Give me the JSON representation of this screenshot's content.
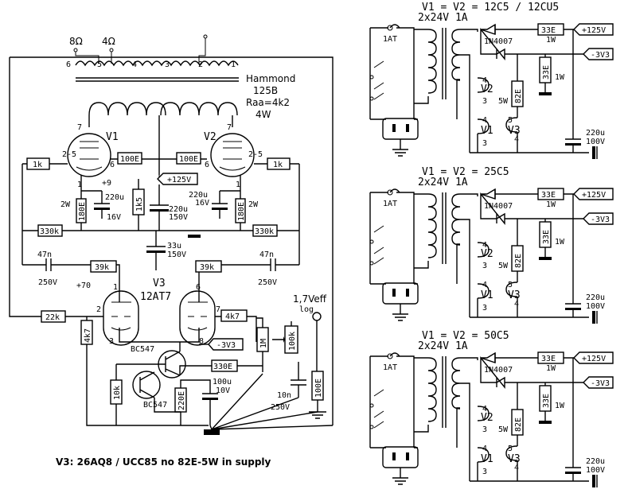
{
  "amp": {
    "taps": {
      "ohm8": "8Ω",
      "ohm4": "4Ω"
    },
    "pins": {
      "p6": "6",
      "p5": "5",
      "p4": "4",
      "p3": "3",
      "p2": "2",
      "p1": "1"
    },
    "transformer": {
      "name": "Hammond",
      "model": "125B",
      "raa": "Raa=4k2",
      "power": "4W"
    },
    "tubes": {
      "v1": "V1",
      "v2": "V2",
      "v3": "V3",
      "v3type": "12AT7"
    },
    "resistors": {
      "r_grid_left": "1k",
      "r_grid_right": "1k",
      "r_screen_left": "100E",
      "r_screen_right": "100E",
      "r_cath_left": "180E",
      "r_cath_right": "180E",
      "r_mid": "1k5",
      "r_330_left": "330k",
      "r_330_right": "330k",
      "r_39_left": "39k",
      "r_39_right": "39k",
      "r_22k": "22k",
      "r_4k7_v": "4k7",
      "r_4k7_h": "4k7",
      "r_1m": "1M",
      "r_pot": "100k",
      "r_100e": "100E",
      "r_330e": "330E",
      "r_10k": "10k",
      "r_220e": "220E"
    },
    "caps": {
      "c_left": [
        "220u",
        "16V"
      ],
      "c_right": [
        "220u",
        "16V"
      ],
      "c_mid": [
        "220u",
        "150V"
      ],
      "c_33": [
        "33u",
        "150V"
      ],
      "c_47_left": [
        "47n",
        "250V"
      ],
      "c_47_right": [
        "47n",
        "250V"
      ],
      "c_100u": [
        "100u",
        "10V"
      ],
      "c_10n": [
        "10n",
        "250V"
      ]
    },
    "labels": {
      "pin25_left": "2-5",
      "pin25_right": "2-5",
      "pin6_left": "6",
      "pin6_right": "6",
      "pin7_left": "7",
      "pin7_right": "7",
      "pin1_left": "1",
      "pin1_right": "1",
      "plus9": "+9",
      "plus125": "+125V",
      "plus70": "+70",
      "w2_left": "2W",
      "w2_right": "2W",
      "v3_pin1": "1",
      "v3_pin2": "2",
      "v3_pin3": "3",
      "v3_pin6": "6",
      "v3_pin7": "7",
      "v3_pin8": "8",
      "minus3v3": "-3V3",
      "bc547_a": "BC547",
      "bc547_b": "BC547",
      "input_level": "1,7Veff",
      "log": "log"
    },
    "note": "V3: 26AQ8 / UCC85 no 82E-5W in supply"
  },
  "supplies": [
    {
      "title": "V1 = V2 = 12C5 / 12CU5",
      "xfmr": "2x24V 1A",
      "fuse": "1AT",
      "diode": "1N4007",
      "r33": "33E",
      "w1": "1W",
      "plus": "+125V",
      "minus": "-3V3",
      "r33v": "33E",
      "w1v": "1W",
      "r82": "82E",
      "w5": "5W",
      "v1": "V1",
      "v2": "V2",
      "v3": "V3",
      "cap": "220u",
      "capv": "100V",
      "p4a": "4",
      "p3a": "3",
      "p4b": "4",
      "p5": "5",
      "p4c": "4",
      "p3b": "3"
    },
    {
      "title": "V1 = V2 = 25C5",
      "xfmr": "2x24V 1A",
      "fuse": "1AT",
      "diode": "1N4007",
      "r33": "33E",
      "w1": "1W",
      "plus": "+125V",
      "minus": "-3V3",
      "r33v": "33E",
      "w1v": "1W",
      "r82": "82E",
      "w5": "5W",
      "v1": "V1",
      "v2": "V2",
      "v3": "V3",
      "cap": "220u",
      "capv": "100V",
      "p4a": "4",
      "p3a": "3",
      "p4b": "4",
      "p5": "5",
      "p4c": "4",
      "p3b": "3"
    },
    {
      "title": "V1 = V2 = 50C5",
      "xfmr": "2x24V 1A",
      "fuse": "1AT",
      "diode": "1N4007",
      "r33": "33E",
      "w1": "1W",
      "plus": "+125V",
      "minus": "-3V3",
      "r33v": "33E",
      "w1v": "1W",
      "r82": "82E",
      "w5": "5W",
      "v1": "V1",
      "v2": "V2",
      "v3": "V3",
      "cap": "220u",
      "capv": "100V",
      "p4a": "4",
      "p3a": "3",
      "p4b": "4",
      "p5": "5",
      "p4c": "4",
      "p3b": "3"
    }
  ]
}
